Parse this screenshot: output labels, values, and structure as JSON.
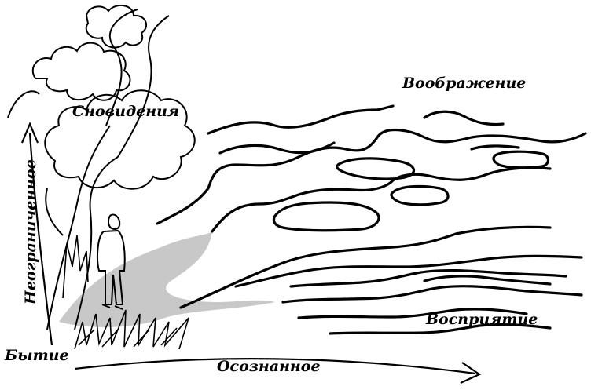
{
  "labels": {
    "dreams": "Сновидения",
    "imagination": "Воображение",
    "perception": "Восприятие",
    "being": "Бытие",
    "conscious": "Осознанное",
    "unlimited": "Неограниченное"
  },
  "colors": {
    "ink": "#000000",
    "path_shade": "#c8c8c8",
    "background": "#ffffff"
  }
}
